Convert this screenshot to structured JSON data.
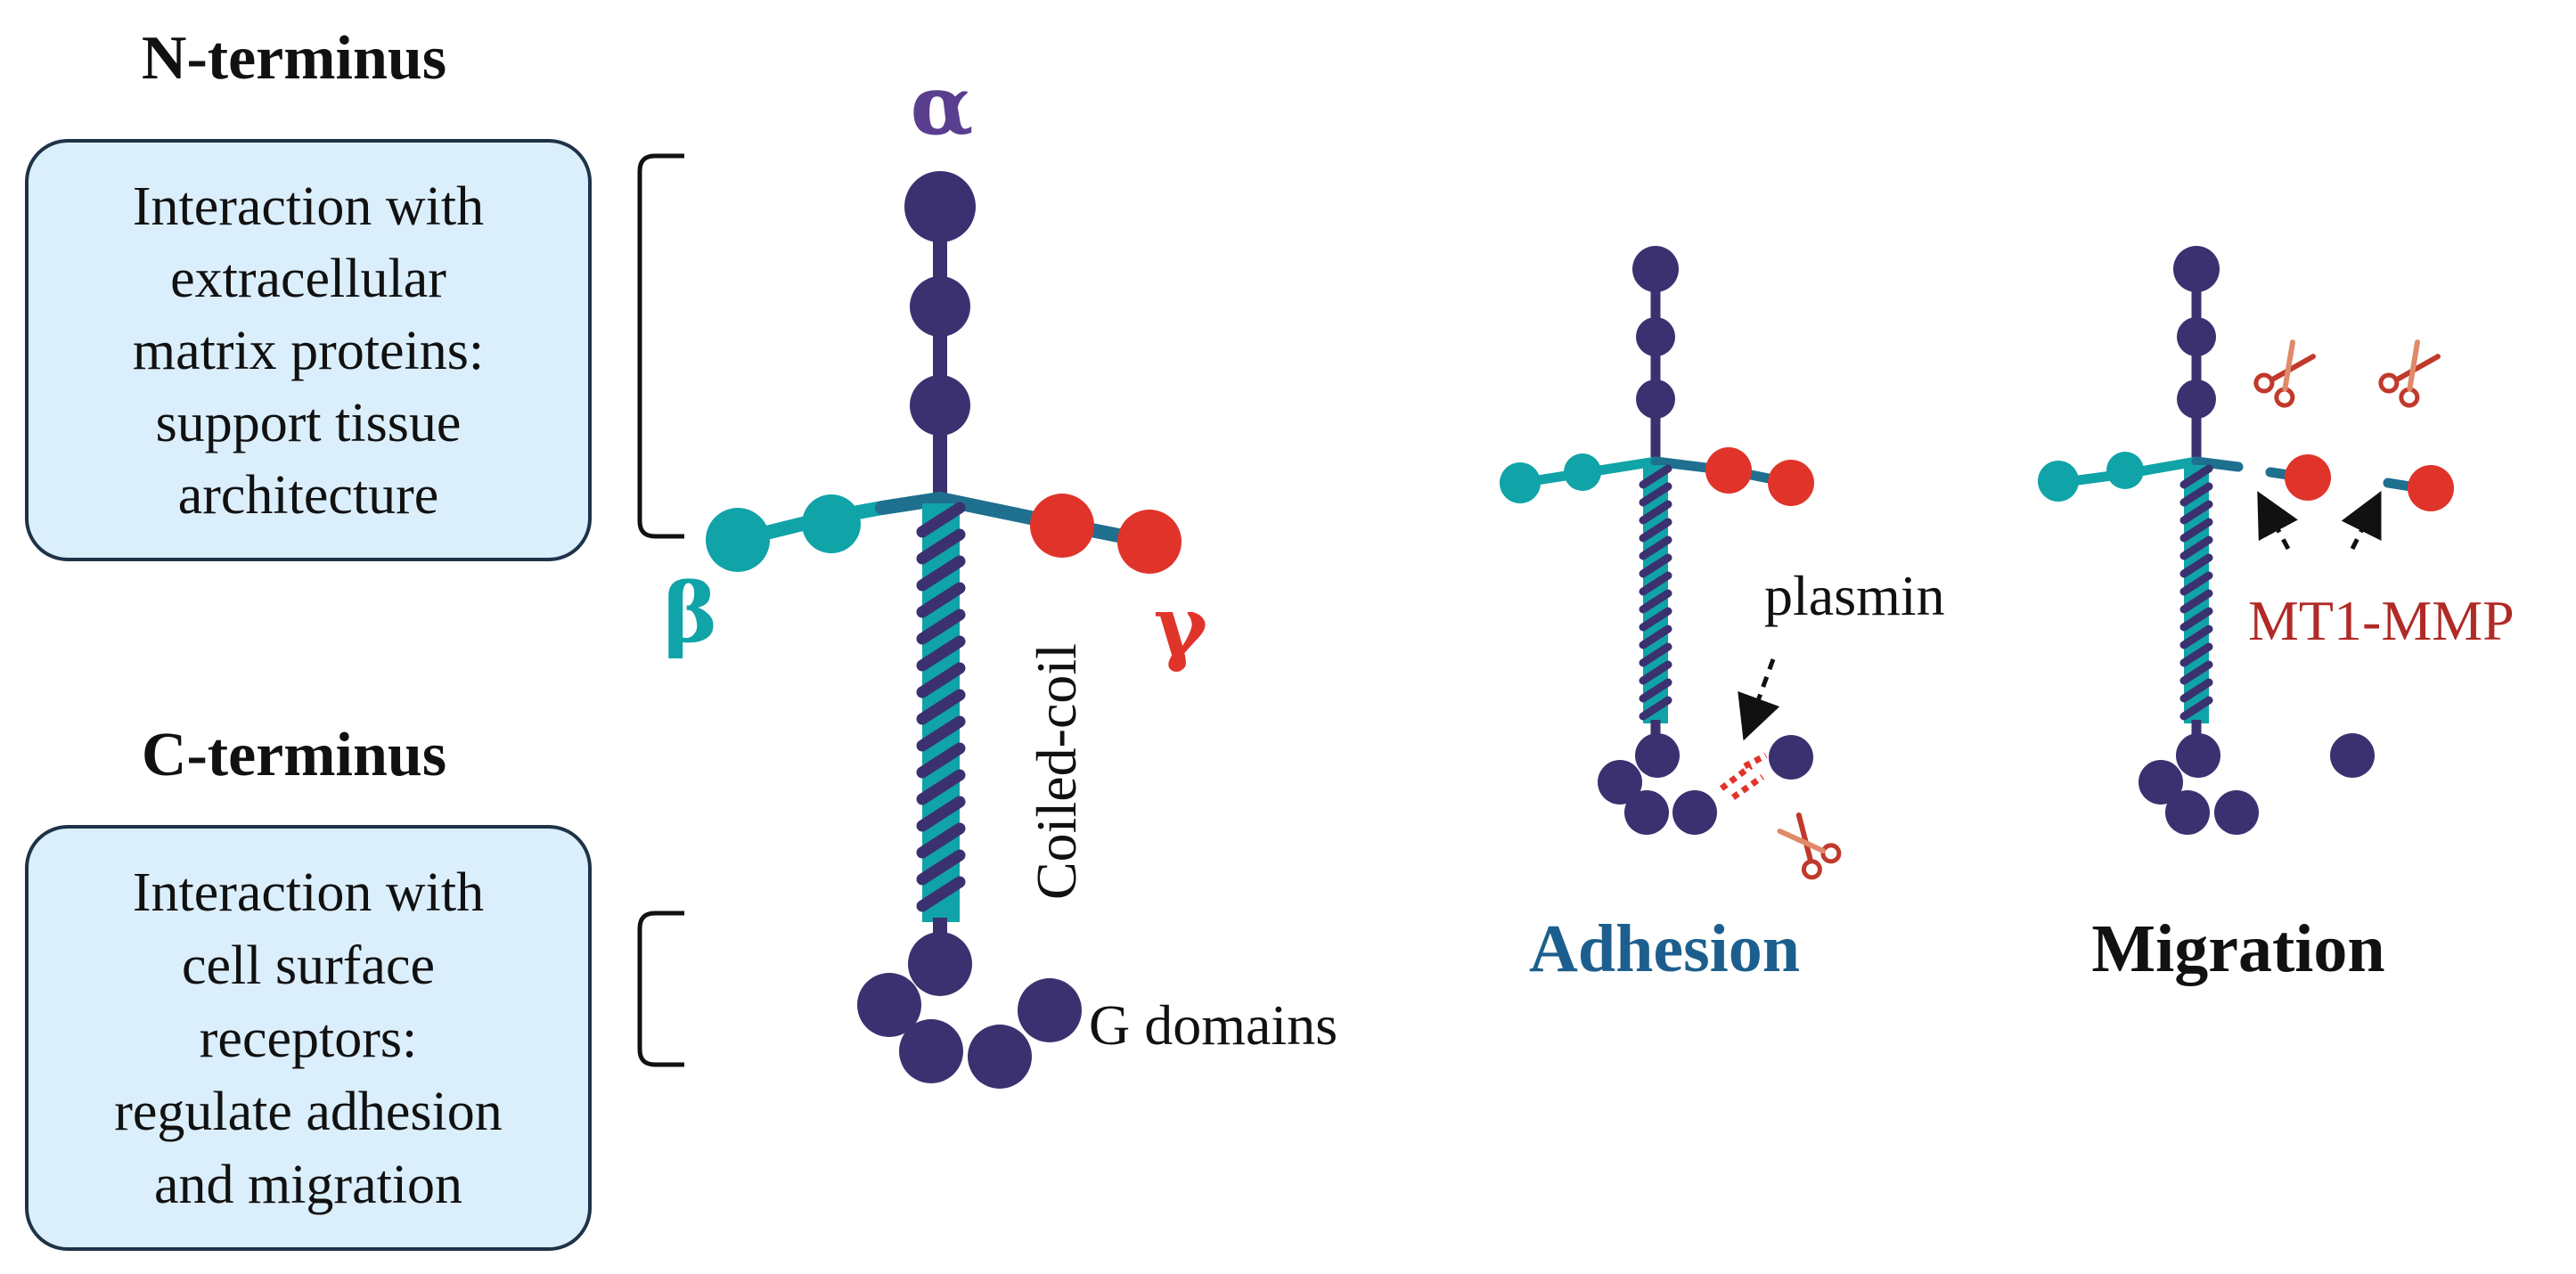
{
  "headings": {
    "n_terminus": "N-terminus",
    "c_terminus": "C-terminus"
  },
  "n_box": {
    "lines": [
      "Interaction with",
      "extracellular",
      "matrix proteins:",
      "support tissue",
      "architecture"
    ]
  },
  "c_box": {
    "lines": [
      "Interaction with",
      "cell surface",
      "receptors:",
      "regulate adhesion",
      "and migration"
    ]
  },
  "chains": {
    "alpha": "α",
    "beta": "β",
    "gamma": "γ"
  },
  "labels": {
    "coiled_coil": "Coiled-coil",
    "g_domains": "G domains",
    "plasmin": "plasmin",
    "mt1_mmp": "MT1-MMP",
    "adhesion": "Adhesion",
    "migration": "Migration"
  },
  "colors": {
    "alpha_chain": "#3b3170",
    "beta_chain": "#10a3a7",
    "beta_link": "#1f6f8f",
    "gamma_chain": "#e0342a",
    "box_fill": "#dbeefb",
    "box_border": "#1e3348",
    "adhesion_text": "#1c5f8e",
    "mmp_text": "#b02a26",
    "scissor": "#c0392b"
  }
}
